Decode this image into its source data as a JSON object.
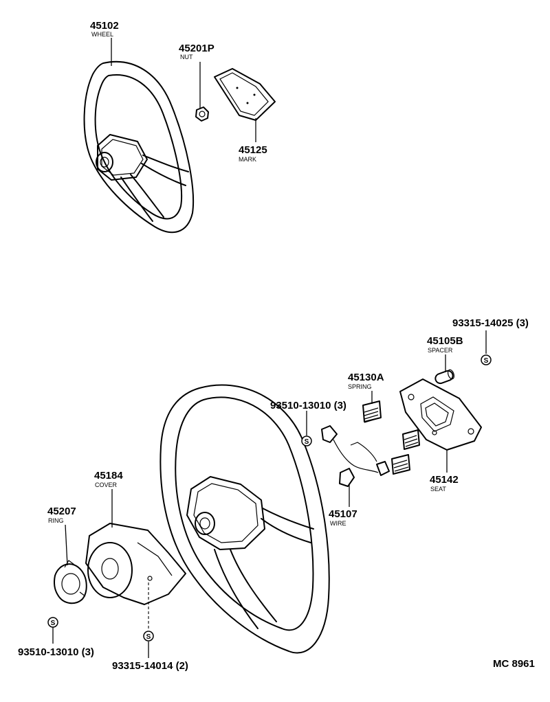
{
  "parts": [
    {
      "number": "45102",
      "name": "WHEEL"
    },
    {
      "number": "45201P",
      "name": "NUT"
    },
    {
      "number": "45125",
      "name": "MARK"
    },
    {
      "number": "45105B",
      "name": "SPACER"
    },
    {
      "number": "45130A",
      "name": "SPRING"
    },
    {
      "number": "45184",
      "name": "COVER"
    },
    {
      "number": "45207",
      "name": "RING"
    },
    {
      "number": "45107",
      "name": "WIRE"
    },
    {
      "number": "45142",
      "name": "SEAT"
    }
  ],
  "screws": [
    {
      "number": "93315-14025 (3)"
    },
    {
      "number": "93510-13010 (3)"
    },
    {
      "number": "93510-13010 (3)"
    },
    {
      "number": "93315-14014 (2)"
    }
  ],
  "symbol_letter": "S",
  "code": "MC 8961"
}
